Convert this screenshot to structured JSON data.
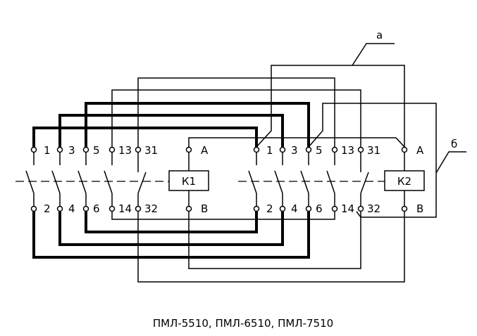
{
  "caption": "ПМЛ-5510, ПМЛ-6510, ПМЛ-7510",
  "callouts": {
    "a": "а",
    "b": "б"
  },
  "contactor_1": {
    "coil": "К1",
    "top_terminals": [
      "1",
      "3",
      "5",
      "13",
      "31",
      "A"
    ],
    "bottom_terminals": [
      "2",
      "4",
      "6",
      "14",
      "32",
      "B"
    ]
  },
  "contactor_2": {
    "coil": "К2",
    "top_terminals": [
      "1",
      "3",
      "5",
      "13",
      "31",
      "A"
    ],
    "bottom_terminals": [
      "2",
      "4",
      "6",
      "14",
      "32",
      "B"
    ]
  },
  "colors": {
    "line": "#000000",
    "background": "#ffffff"
  }
}
